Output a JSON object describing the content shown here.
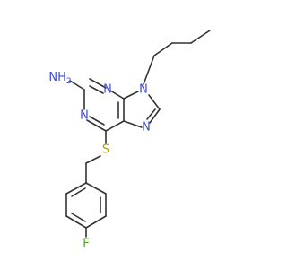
{
  "molecule": {
    "atom_labels": {
      "amine": "NH",
      "amine_subscript": "2",
      "n1": "N",
      "n3": "N",
      "n7": "N",
      "n9": "N",
      "sulfur": "S",
      "fluorine": "F"
    },
    "colors": {
      "nitrogen": "#3a4bd8",
      "sulfur": "#b8a000",
      "fluorine": "#5aa02c",
      "bond": "#333333"
    }
  }
}
